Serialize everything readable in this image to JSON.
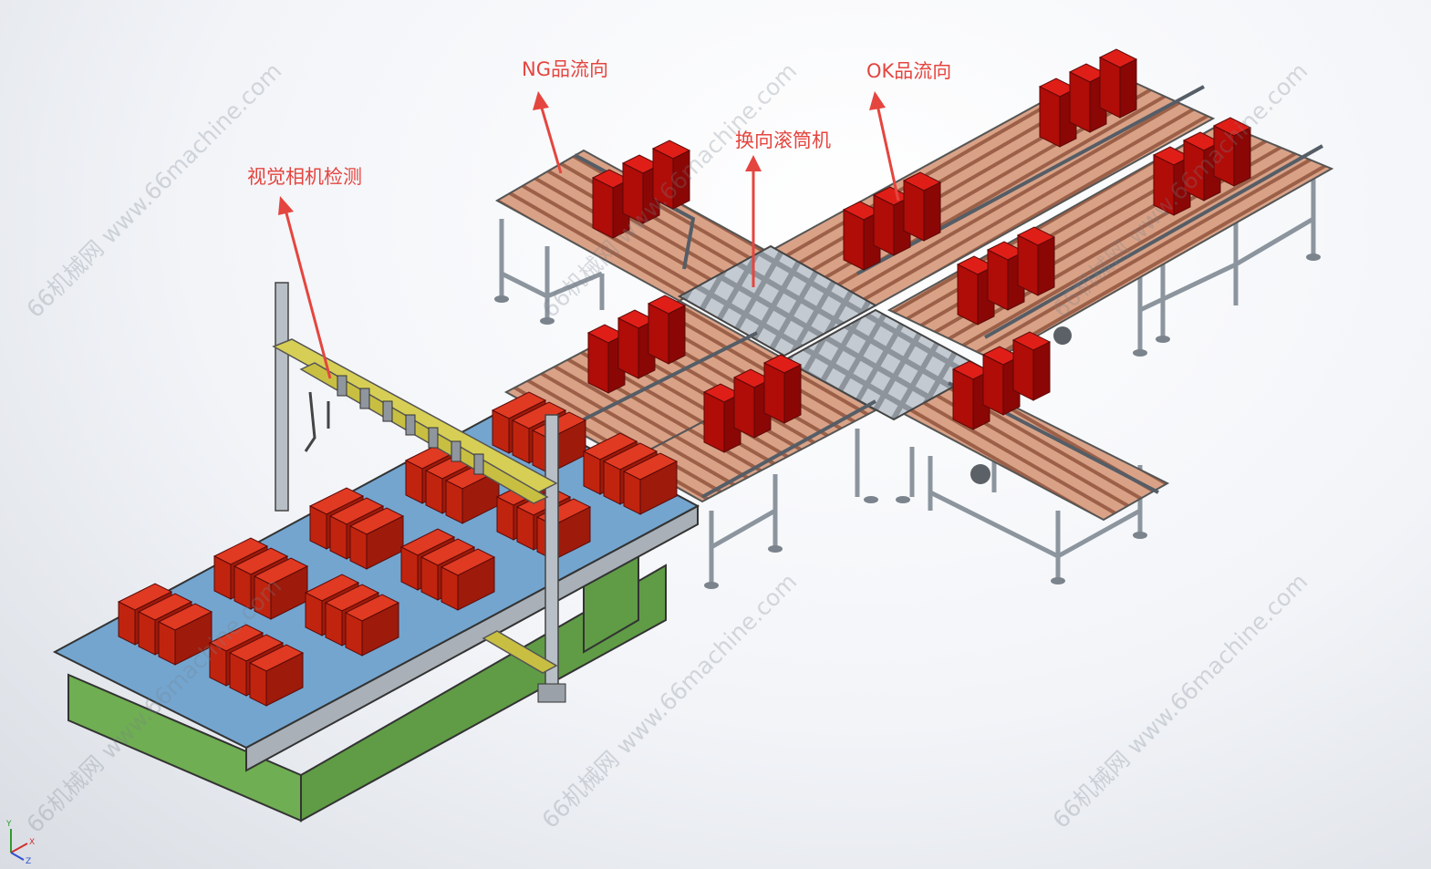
{
  "labels": {
    "camera": "视觉相机检测",
    "ng_flow": "NG品流向",
    "diverter": "换向滚筒机",
    "ok_flow": "OK品流向"
  },
  "watermark": {
    "text": "66机械网 www.66machine.com"
  },
  "triad": {
    "x": "X",
    "y": "Y",
    "z": "Z"
  },
  "colors": {
    "callout": "#e5453f",
    "box": "#c8140f",
    "conveyor_belt": "#6f9ec6",
    "conveyor_frame": "#6fa84f",
    "roller": "#c98a6e",
    "frame": "#9aa3ad",
    "gantry": "#c9c040"
  }
}
